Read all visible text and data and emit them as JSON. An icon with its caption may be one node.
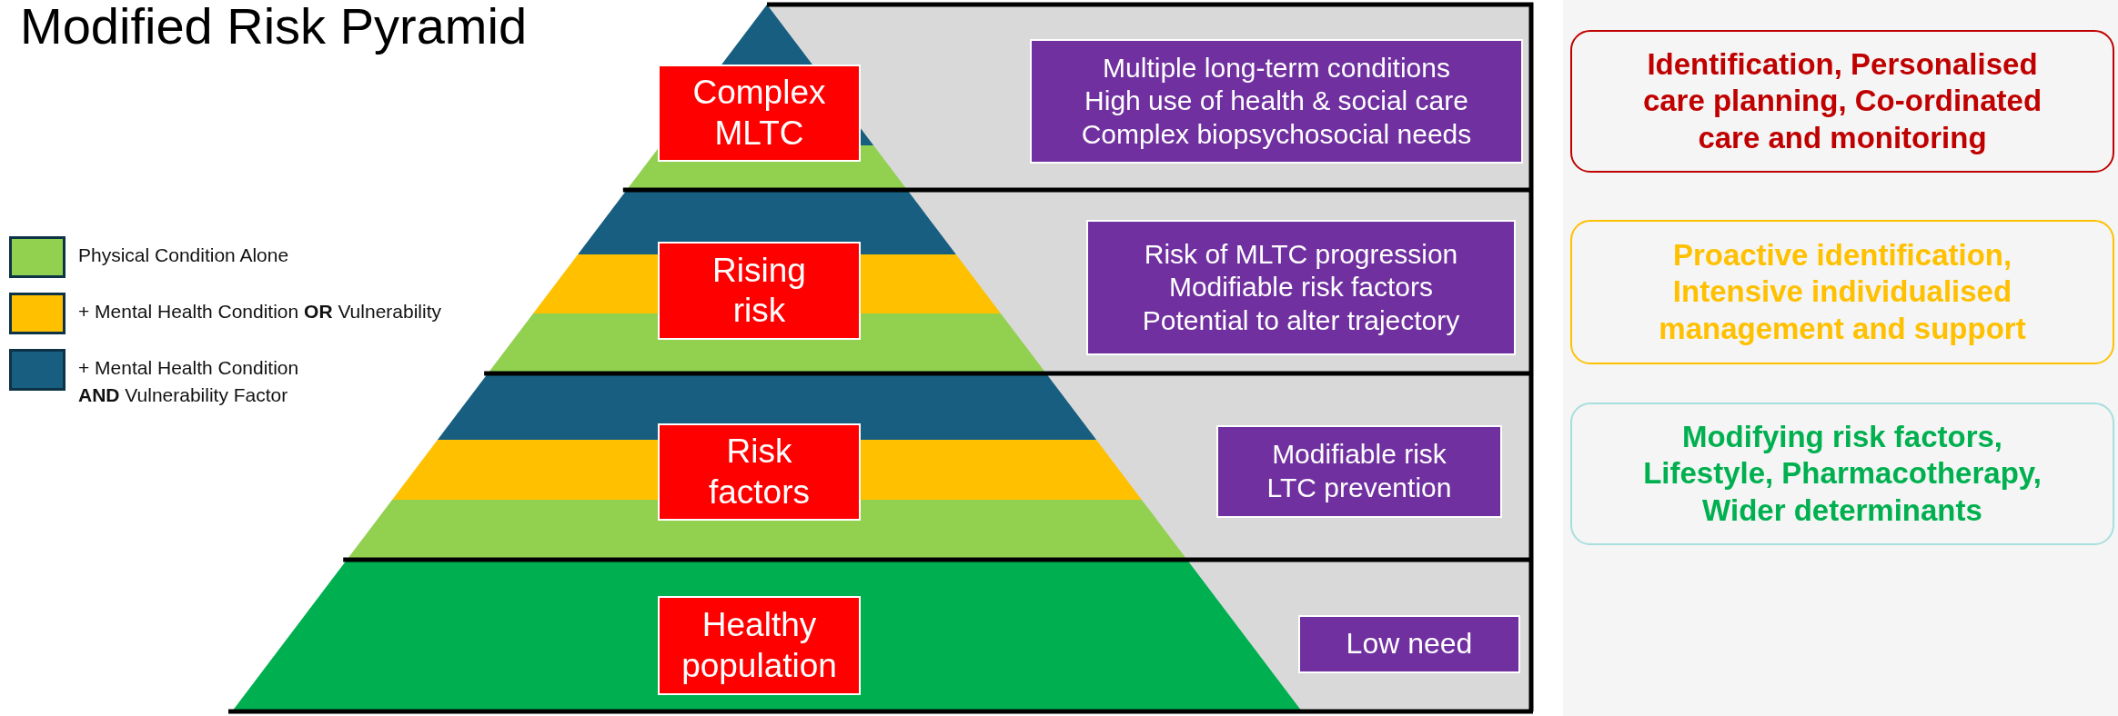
{
  "diagram": {
    "title": "Modified Risk Pyramid",
    "nodes": [
      {
        "text": [
          "Complex MLTC"
        ]
      },
      {
        "text": [
          "Multiple long-term conditions",
          "High use of health & social care",
          "Complex biopsychosocial needs"
        ]
      },
      {
        "text": [
          "Identification, Personalised care planning, Co-ordinated care and monitoring"
        ]
      },
      {
        "text": [
          "Rising risk"
        ]
      },
      {
        "text": [
          "Risk of MLTC progression",
          "Modifiable risk factors",
          "Potential to alter trajectory"
        ]
      },
      {
        "text": [
          "Proactive identification, Intensive individualised management and support"
        ]
      },
      {
        "text": [
          "Risk factors"
        ]
      },
      {
        "text": [
          "Modifiable risk",
          "LTC prevention"
        ]
      },
      {
        "text": [
          "Modifying risk factors, Lifestyle, Pharmacotherapy, Wider determinants"
        ]
      },
      {
        "text": [
          "Healthy population"
        ]
      },
      {
        "text": [
          "Low need"
        ]
      }
    ],
    "legend": [
      {
        "text": "Physical Condition Alone",
        "color": "#92d050"
      },
      {
        "text": "+ Mental Health Condition **OR** Vulnerability",
        "color": "#ffc000"
      },
      {
        "text": "+ Mental Health Condition **AND** Vulnerability Factor",
        "color": "#175e80"
      }
    ]
  }
}
